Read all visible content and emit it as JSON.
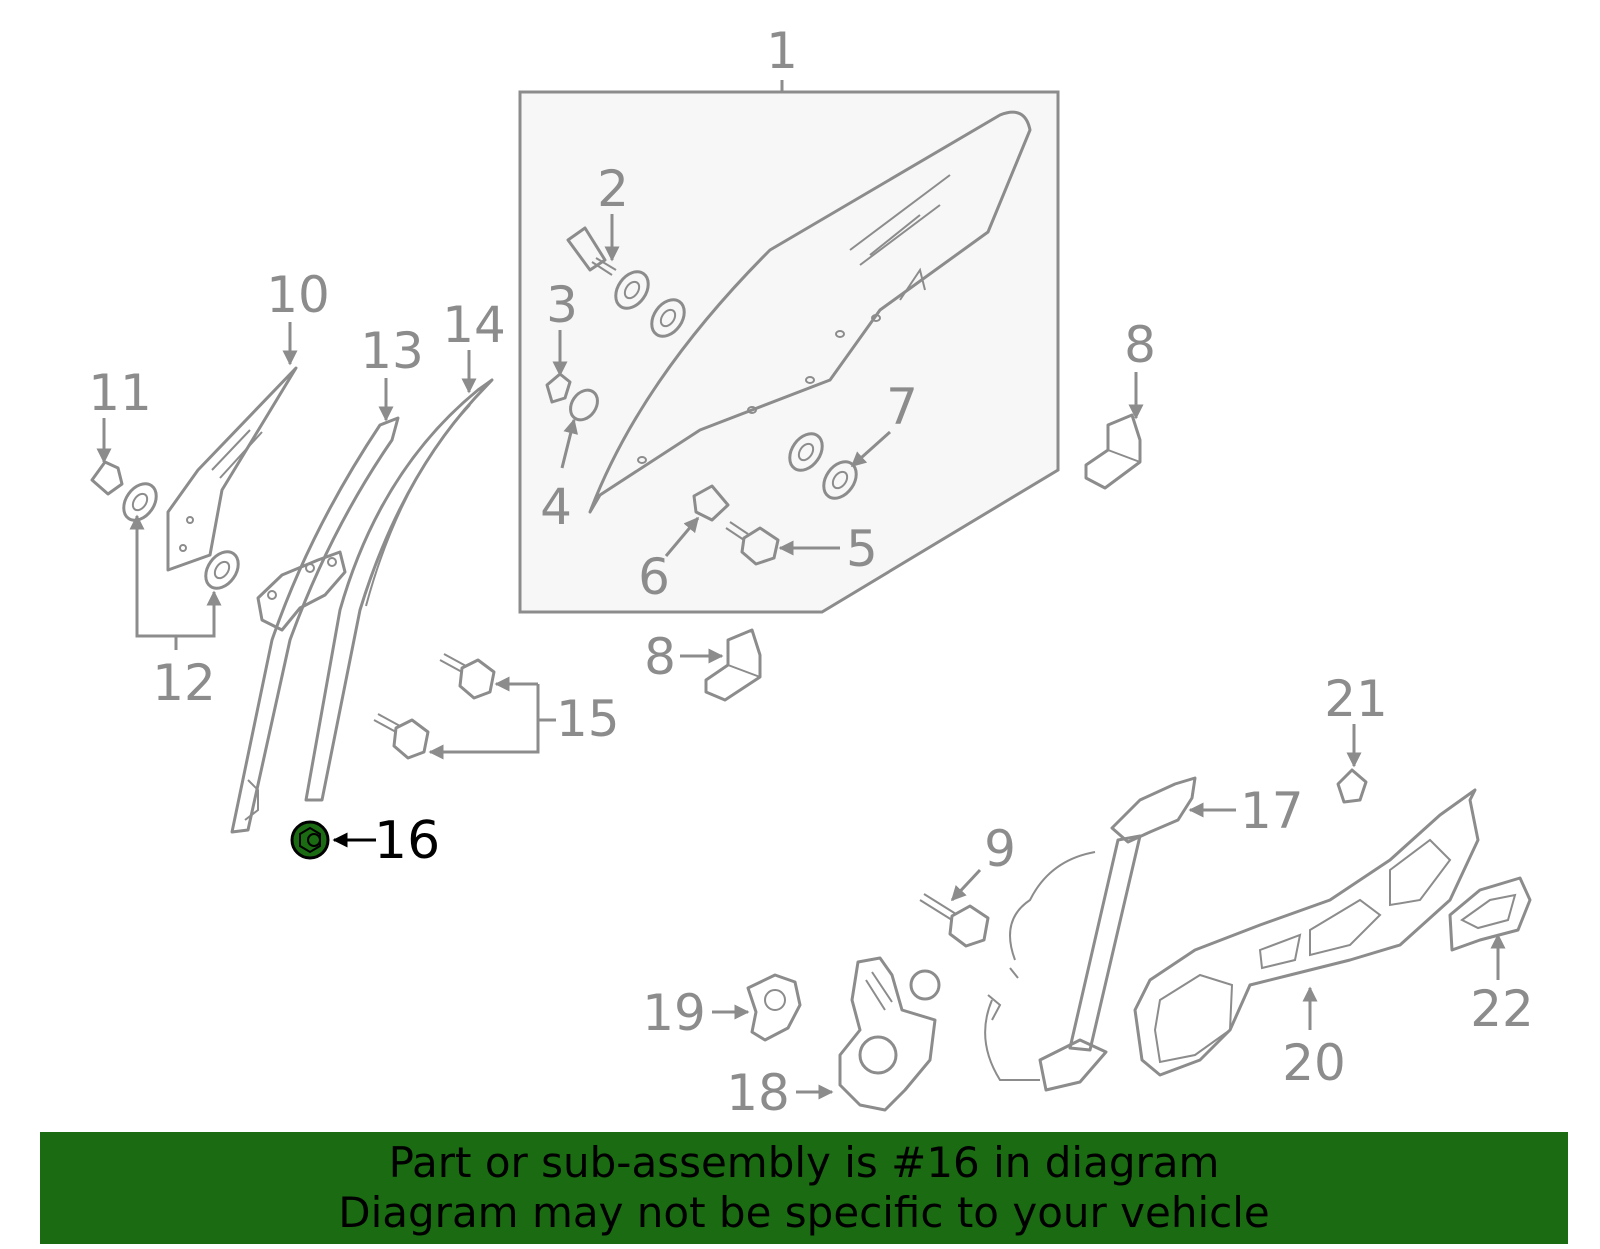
{
  "diagram": {
    "highlight_color": "#1a6b12",
    "part_color": "#8c8c8c",
    "highlighted_callout": "16",
    "callouts": [
      "1",
      "2",
      "3",
      "4",
      "5",
      "6",
      "7",
      "8",
      "8",
      "9",
      "10",
      "11",
      "12",
      "13",
      "14",
      "15",
      "16",
      "17",
      "18",
      "19",
      "20",
      "21",
      "22"
    ]
  },
  "banner": {
    "line1": "Part or sub-assembly is #16 in diagram",
    "line2": "Diagram may not be specific to your vehicle",
    "background": "#1a6b12"
  }
}
